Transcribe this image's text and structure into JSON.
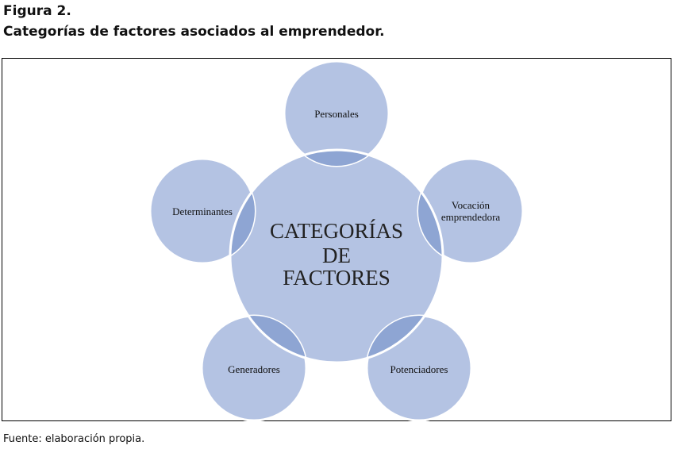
{
  "figure": {
    "label": "Figura 2.",
    "title": "Categorías de factores asociados al emprendedor.",
    "source": "Fuente: elaboración propia."
  },
  "diagram": {
    "center": {
      "line1": "CATEGORÍAS",
      "line2": "DE",
      "line3": "FACTORES"
    },
    "nodes": [
      {
        "lines": [
          "Personales"
        ]
      },
      {
        "lines": [
          "Vocación",
          "emprendedora"
        ]
      },
      {
        "lines": [
          "Potenciadores"
        ]
      },
      {
        "lines": [
          "Generadores"
        ]
      },
      {
        "lines": [
          "Determinantes"
        ]
      }
    ],
    "colors": {
      "fill": "#b4c3e3",
      "overlap": "#8ea5d3",
      "outline": "#ffffff"
    }
  }
}
